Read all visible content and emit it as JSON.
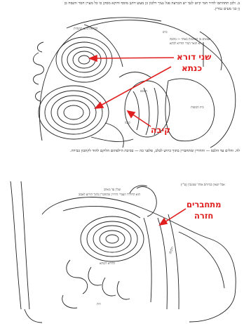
{
  "top_text": {
    "line1": "ב. ולכן תתחתכו לחיר חמי קיוט לגבי יש הכרעה פגל נעיך דלכון כן מעש דתנן מוסף ודוקא מסקן כו כל מעיין חסר והנסח כן",
    "line2": "ןן כגי מעים נמרין."
  },
  "figure1": {
    "label_ileum": "הדרוא דכתא המנחית",
    "label_caecum": "כרס",
    "label_note1": "הצואים מן המהמות באחד — מהסה",
    "label_note2": "לא תואר הגדר הודרא לכתא",
    "label_omasum": "המסס",
    "label_reticulum": "בית הכוסות",
    "label_abomasum": "קיבה",
    "label_small": "קיבה",
    "red_two_intestines_1": "שני דורא",
    "red_two_intestines_2": "כנתא",
    "red_stomach": "קיבה"
  },
  "middle_text": "לה. והלים עד הלבס — והדורין ומתחברין בתוך כיווש לבלב, פלפני כה — בסיבת הילפתום הלוקם להוד לקתכון כבירה.",
  "figure2": {
    "label_top_right": "אבל יוצאין במיוחס אוחר שמטבין (ע\"י)",
    "label_center_1": "ועלין עד מאהב",
    "label_center_2": "הוא הדודרד העברי הירויין ומתחברין בתוך הזרוע לאבוב",
    "label_spiral": "הדורא דכנתא",
    "label_right_vertical": "הלבלב",
    "label_bottom": "רות",
    "red_connect_1": "מתחברים",
    "red_connect_2": "חזרה"
  },
  "colors": {
    "accent": "#e02020",
    "ink": "#111111"
  }
}
